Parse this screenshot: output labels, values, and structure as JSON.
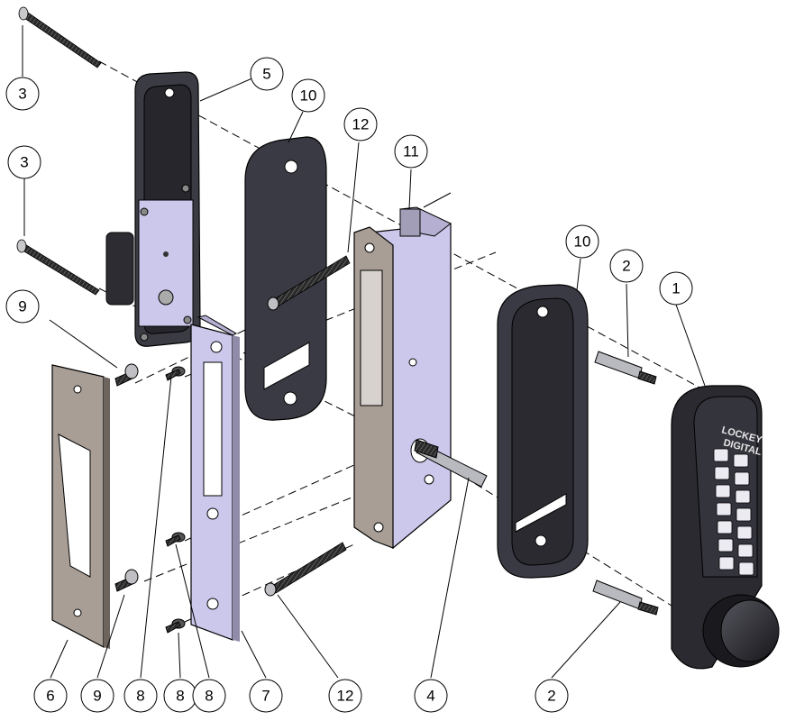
{
  "diagram": {
    "callouts": [
      "1",
      "2",
      "2",
      "3",
      "3",
      "4",
      "5",
      "6",
      "7",
      "8",
      "8",
      "8",
      "9",
      "9",
      "10",
      "10",
      "11",
      "12",
      "12"
    ],
    "keypad_brand": [
      "LOCKEY",
      "DIGITAL"
    ],
    "colors": {
      "line": "#000000",
      "plate_dark": "#3a3a44",
      "plate_edge": "#1e1e24",
      "lavender": "#ccc8ec",
      "silver": "#b9bac0",
      "silver_dark": "#8b8b92",
      "bronze": "#a89e96",
      "latch_face": "#98938f",
      "body": "#2a2a30"
    }
  }
}
